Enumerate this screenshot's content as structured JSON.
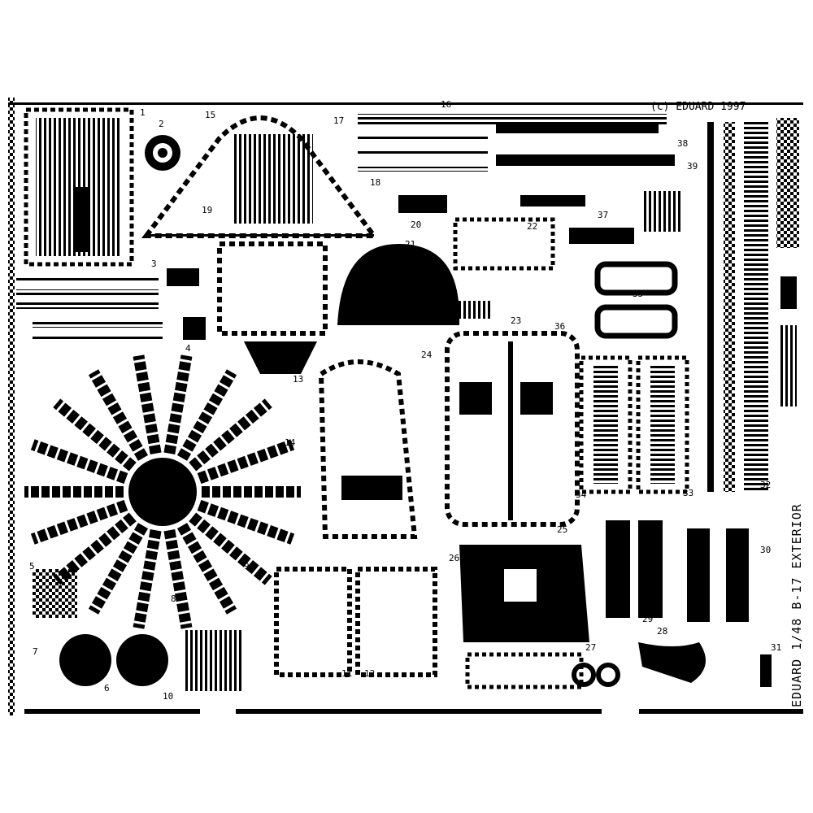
{
  "sheet": {
    "copyright": "(c) EDUARD 1997",
    "side_marking": "EDUARD 1/48 B-17 EXTERIOR",
    "background_color": "#ffffff",
    "metal_color": "#000000"
  },
  "part_numbers": {
    "p1": "1",
    "p2": "2",
    "p3": "3",
    "p4": "4",
    "p5": "5",
    "p6": "6",
    "p7": "7",
    "p8": "8",
    "p9": "9",
    "p10": "10",
    "p11": "11",
    "p12": "12",
    "p13": "13",
    "p14": "14",
    "p15": "15",
    "p16": "16",
    "p17": "17",
    "p18": "18",
    "p19": "19",
    "p20": "20",
    "p21": "21",
    "p22": "22",
    "p23": "23",
    "p24": "24",
    "p25": "25",
    "p26": "26",
    "p27": "27",
    "p28": "28",
    "p29": "29",
    "p30": "30",
    "p31": "31",
    "p32": "32",
    "p33": "33",
    "p34": "34",
    "p35": "35",
    "p36": "36",
    "p37": "37",
    "p38": "38",
    "p39": "39"
  }
}
